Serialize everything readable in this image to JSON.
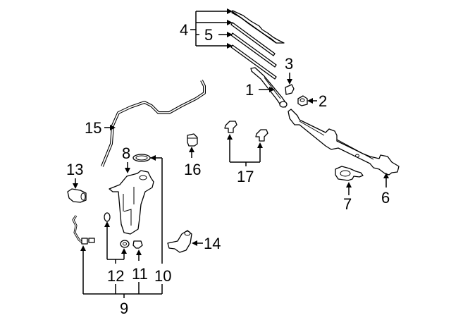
{
  "diagram": {
    "title": "Windshield Wiper & Washer Components",
    "callouts": [
      {
        "id": "1",
        "part": "wiper-arm"
      },
      {
        "id": "2",
        "part": "pivot-nut"
      },
      {
        "id": "3",
        "part": "arm-cap"
      },
      {
        "id": "4",
        "part": "wiper-blade"
      },
      {
        "id": "5",
        "part": "blade-refill"
      },
      {
        "id": "6",
        "part": "wiper-linkage"
      },
      {
        "id": "7",
        "part": "wiper-motor"
      },
      {
        "id": "8",
        "part": "washer-reservoir"
      },
      {
        "id": "9",
        "part": "reservoir-assembly"
      },
      {
        "id": "10",
        "part": "reservoir-seal"
      },
      {
        "id": "11",
        "part": "reservoir-plug"
      },
      {
        "id": "12",
        "part": "grommet"
      },
      {
        "id": "13",
        "part": "level-sensor"
      },
      {
        "id": "14",
        "part": "washer-pump"
      },
      {
        "id": "15",
        "part": "washer-hose"
      },
      {
        "id": "16",
        "part": "hose-clip"
      },
      {
        "id": "17",
        "part": "washer-nozzle"
      }
    ]
  }
}
